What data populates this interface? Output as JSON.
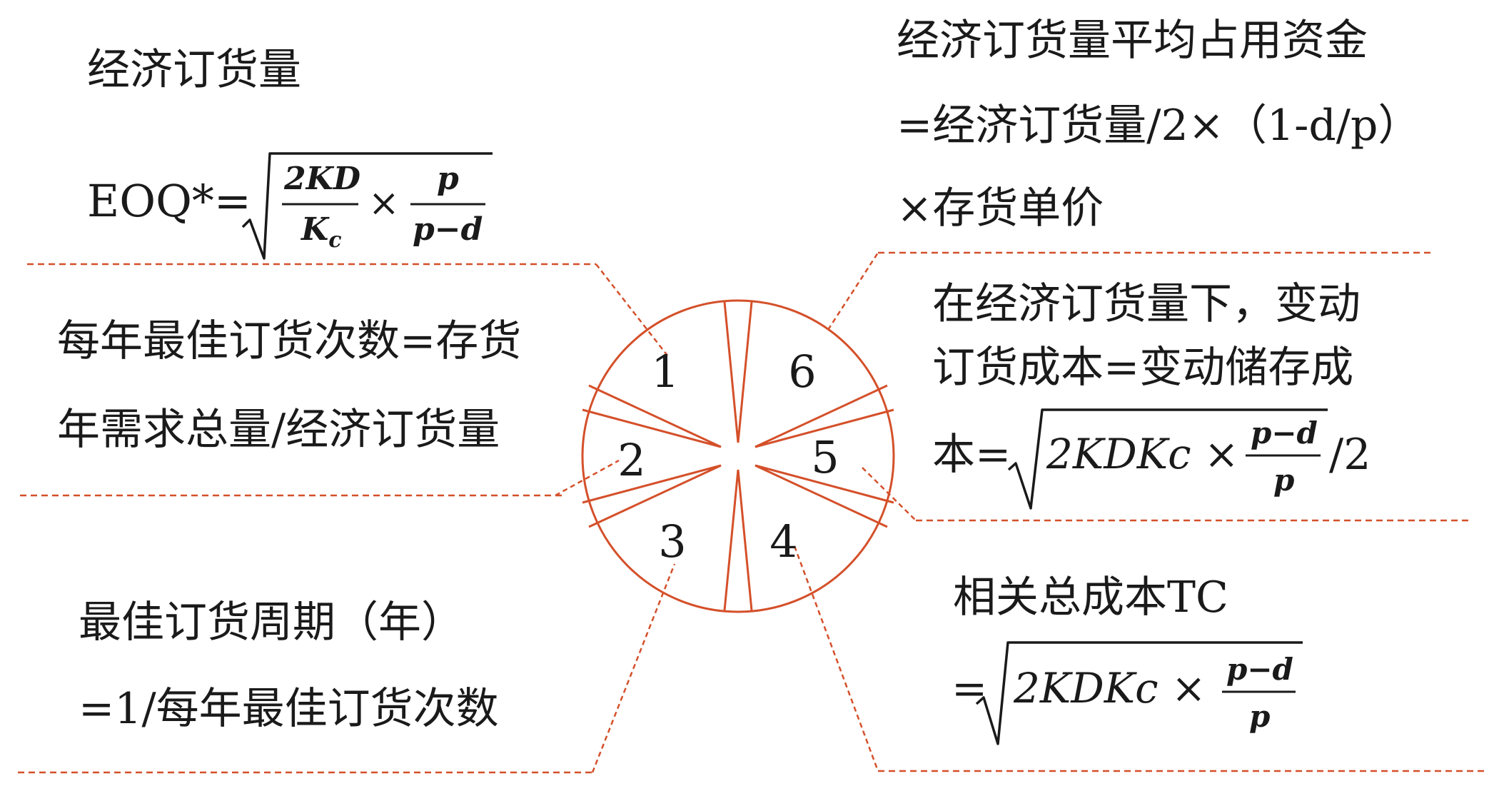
{
  "colors": {
    "accent": "#d4502a",
    "text": "#1a1a1a"
  },
  "center_numbers": [
    "1",
    "2",
    "3",
    "4",
    "5",
    "6"
  ],
  "section1": {
    "title": "经济订货量",
    "formula_prefix": "EOQ*=",
    "sqrt_num1": "2KD",
    "sqrt_den1_main": "K",
    "sqrt_den1_sub": "c",
    "times": "×",
    "sqrt_num2": "p",
    "sqrt_den2": "p−d"
  },
  "section2": {
    "line1": "每年最佳订货次数=存货",
    "line2": "年需求总量/经济订货量"
  },
  "section3": {
    "line1": "最佳订货周期（年）",
    "line2": "=1/每年最佳订货次数"
  },
  "section4": {
    "title": "相关总成本TC",
    "prefix": "=",
    "radicand": "2KDKc ×",
    "frac_num": "p−d",
    "frac_den": "p"
  },
  "section5": {
    "line1": "在经济订货量下，变动",
    "line2": "订货成本=变动储存成",
    "prefix": "本=",
    "radicand": "2KDKc ×",
    "frac_num": "p−d",
    "frac_den": "p",
    "suffix": "/2"
  },
  "section6": {
    "line1": "经济订货量平均占用资金",
    "line2": "=经济订货量/2×（1-d/p）",
    "line3": "×存货单价"
  }
}
